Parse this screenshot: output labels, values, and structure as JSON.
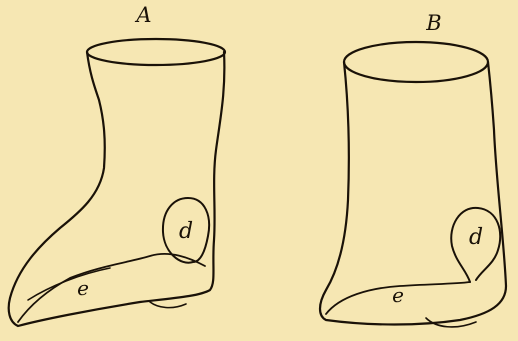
{
  "figures": [
    {
      "id": "A",
      "title": "A",
      "labels": {
        "d": "d",
        "e": "e"
      }
    },
    {
      "id": "B",
      "title": "B",
      "labels": {
        "d": "d",
        "e": "e"
      }
    }
  ],
  "colors": {
    "background": "#f6e7b3",
    "ink": "#1a1208"
  }
}
